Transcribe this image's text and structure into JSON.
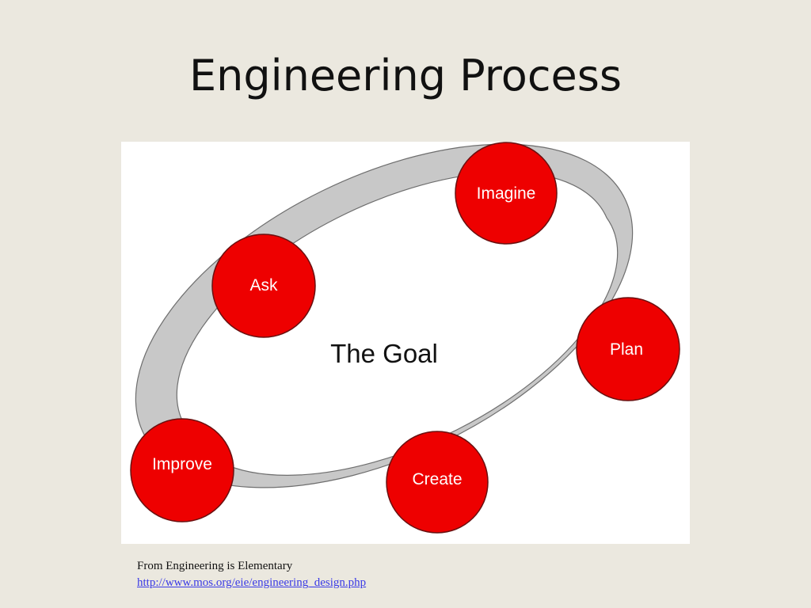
{
  "slide": {
    "title": "Engineering Process"
  },
  "diagram": {
    "center_label": "The Goal",
    "steps": [
      {
        "label": "Imagine"
      },
      {
        "label": "Plan"
      },
      {
        "label": "Create"
      },
      {
        "label": "Improve"
      },
      {
        "label": "Ask"
      }
    ],
    "colors": {
      "node_fill": "#ee0000",
      "node_stroke": "#6a1010",
      "ring_fill": "#c8c8c8",
      "ring_stroke": "#6e6e6e"
    }
  },
  "caption": {
    "source_text": "From Engineering is Elementary",
    "link_text": "http://www.mos.org/eie/engineering_design.php"
  }
}
